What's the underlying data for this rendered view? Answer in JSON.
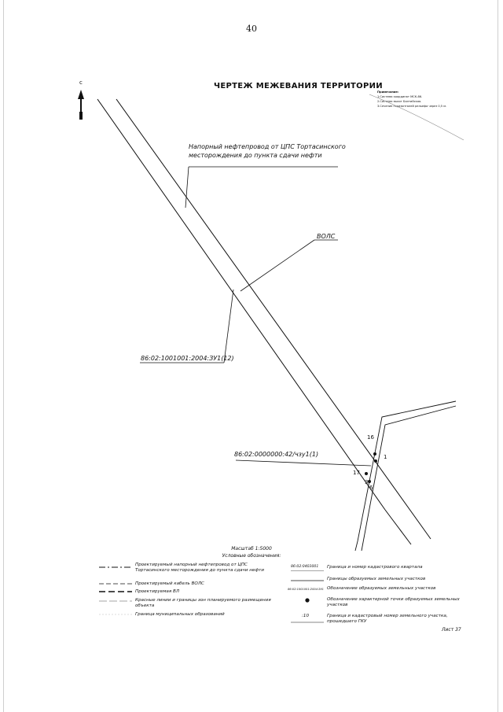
{
  "page_number": "40",
  "title": "ЧЕРТЕЖ МЕЖЕВАНИЯ ТЕРРИТОРИИ",
  "north_letter": "с",
  "notes": {
    "heading": "Примечание:",
    "items": [
      "1.Система координат МСК-86.",
      "2.Система высот Балтийская.",
      "3.Сечение горизонталей рельефа через 0,5 м."
    ]
  },
  "labels": {
    "pipeline": "Напорный нефтепровод от ЦПС Тортасинского месторождения до пункта сдачи нефти",
    "vols": "ВОЛС",
    "cadastral_1": "86:02:1001001:2004:ЗУ1(12)",
    "cadastral_2": "86:02:0000000:42/чзу1(1)"
  },
  "points": {
    "p16": "16",
    "p1": "1",
    "p17": "17",
    "p6": "6",
    "p3": "3"
  },
  "scale": "Масштаб 1:5000",
  "legend_title": "Условные обозначения:",
  "legend": {
    "left": [
      "Проектируемый напорный нефтепровод от ЦПС Тортасинского месторождения до пункта сдачи нефти",
      "Проектируемый кабель ВОЛС",
      "Проектируемая ВЛ",
      "Красные линии и границы зон планируемого размещения объекта",
      "Граница муниципальных образований"
    ],
    "right": [
      {
        "sample": "86:02:0403001",
        "text": "Граница и номер кадастрового квартала"
      },
      {
        "sample": "",
        "text": "Границы образуемых земельных участков"
      },
      {
        "sample": "86:02:1001001:2004:ЗУ1",
        "text": "Обозначение образуемых земельных участков"
      },
      {
        "sample": "",
        "text": "Обозначение характерной точки образуемых земельных участков"
      },
      {
        "sample": ":10",
        "text": "Граница и кадастровый номер земельного участка, прошедшего ГКУ"
      }
    ]
  },
  "sheet": "Лист 37"
}
